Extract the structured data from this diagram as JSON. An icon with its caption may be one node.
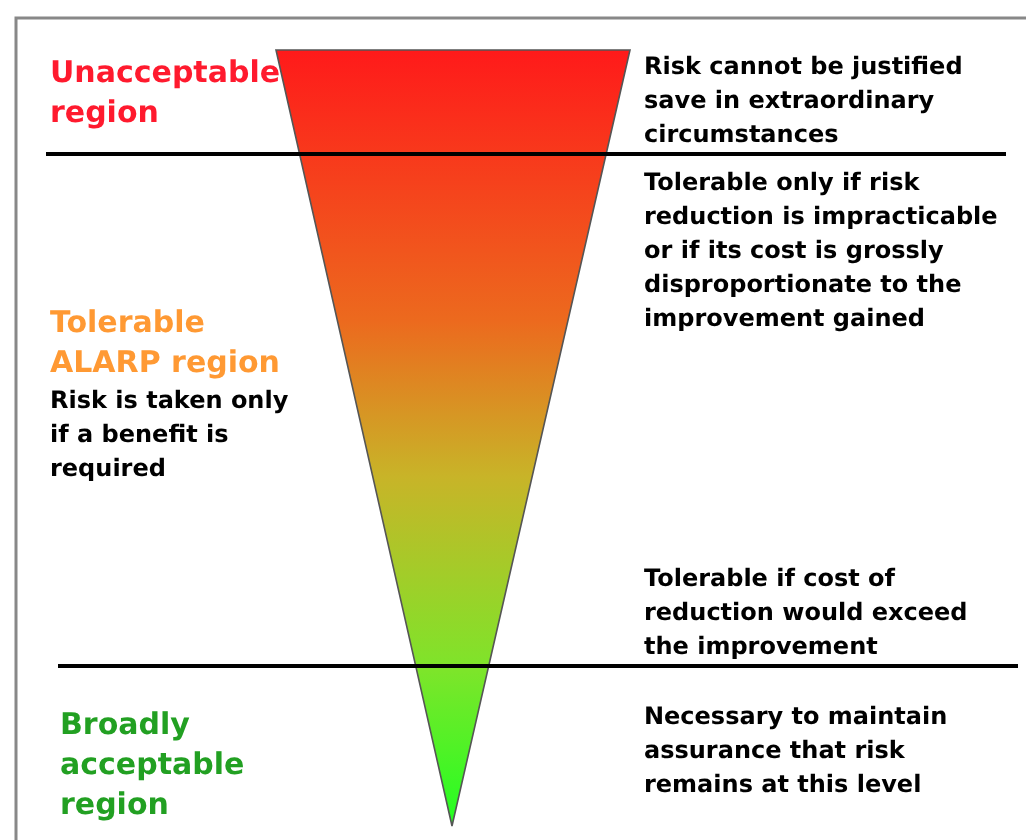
{
  "diagram": {
    "labels": [
      "Unacceptable region",
      "Risk cannot be justified save in extraordinary circumstances",
      "Tolerable only if risk reduction is impracticable or if its cost is grossly disproportionate to the improvement gained",
      "Tolerable ALARP region",
      "Risk is taken only if a benefit is required",
      "Tolerable if cost of reduction would exceed the improvement",
      "Broadly acceptable region",
      "Necessary to maintain assurance that risk remains at this level"
    ]
  }
}
